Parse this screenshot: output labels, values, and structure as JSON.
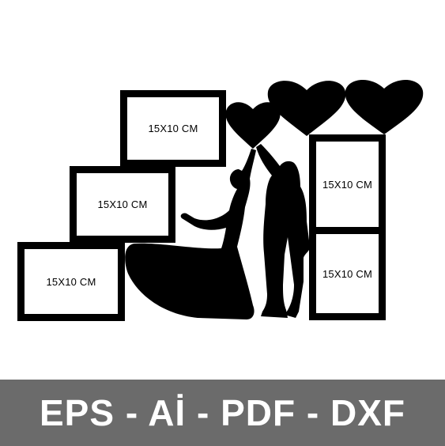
{
  "frames": [
    {
      "label": "15X10 CM"
    },
    {
      "label": "15X10 CM"
    },
    {
      "label": "15X10 CM"
    },
    {
      "label": "15X10 CM"
    },
    {
      "label": "15X10 CM"
    }
  ],
  "banner": {
    "text": "EPS - Aİ - PDF - DXF"
  },
  "colors": {
    "frame": "#000000",
    "banner_bg": "#6b6b6b",
    "banner_text": "#ffffff"
  }
}
